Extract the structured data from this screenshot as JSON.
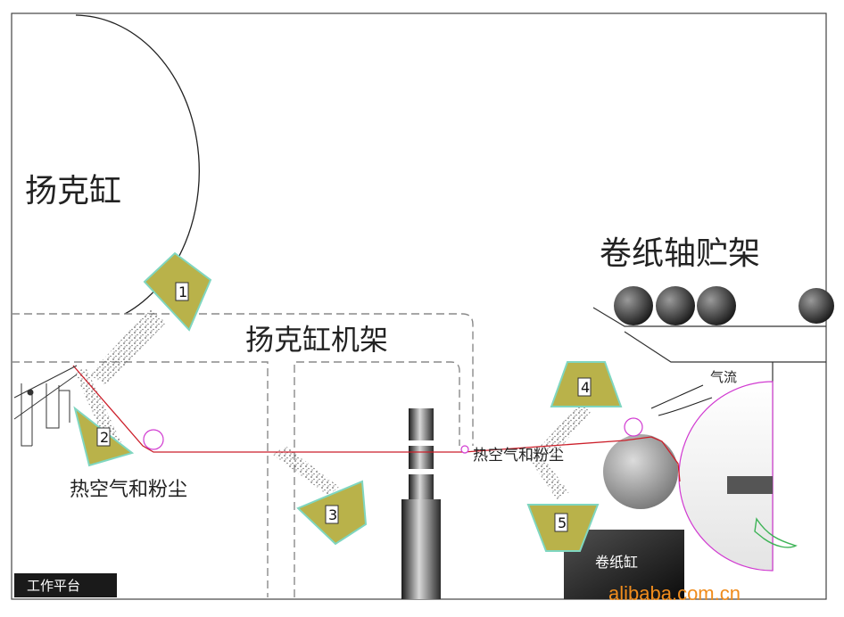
{
  "labels": {
    "yankee_dryer": "扬克缸",
    "yankee_frame": "扬克缸机架",
    "reel_storage": "卷纸轴贮架",
    "air_flow": "气流",
    "hot_air_dust_left": "热空气和粉尘",
    "hot_air_dust_right": "热空气和粉尘",
    "reel_cylinder": "卷纸缸",
    "work_platform": "工作平台"
  },
  "nozzles": [
    "1",
    "2",
    "3",
    "4",
    "5"
  ],
  "watermark": "alibaba.com.cn",
  "colors": {
    "nozzle_fill": "#b9b24a",
    "nozzle_outline": "#7fd6c0",
    "paper_web": "#cc1f2a",
    "roller_outline": "#d13bd1",
    "dust": "#555555",
    "watermark": "#f08c1c"
  }
}
